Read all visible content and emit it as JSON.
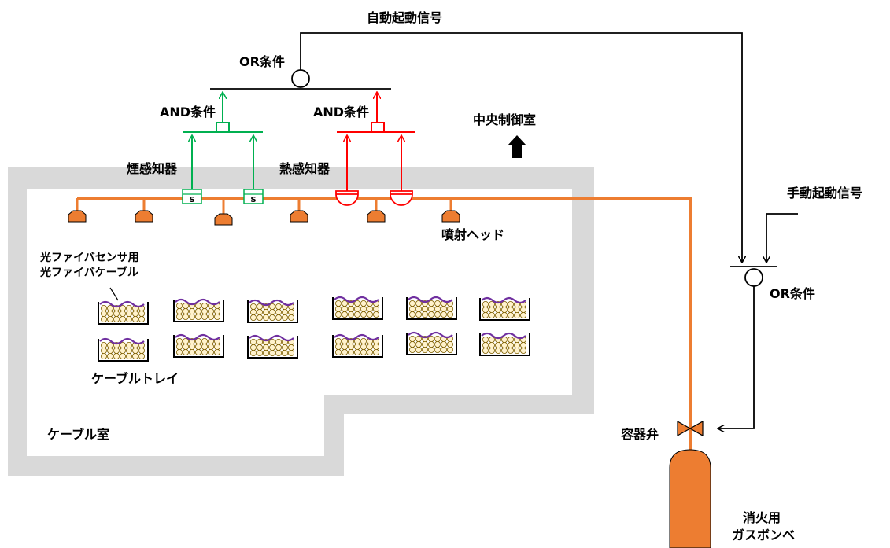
{
  "labels": {
    "auto_signal": "自動起動信号",
    "manual_signal": "手動起動信号",
    "or_condition_top": "OR条件",
    "or_condition_right": "OR条件",
    "and_condition_smoke": "AND条件",
    "and_condition_heat": "AND条件",
    "central_control_room": "中央制御室",
    "smoke_detector": "煙感知器",
    "heat_detector": "熱感知器",
    "spray_head": "噴射ヘッド",
    "fiber_sensor_line1": "光ファイバセンサ用",
    "fiber_sensor_line2": "光ファイバケーブル",
    "cable_tray": "ケーブルトレイ",
    "cable_room": "ケーブル室",
    "valve": "容器弁",
    "gas_cylinder_line1": "消火用",
    "gas_cylinder_line2": "ガスボンベ"
  },
  "detector_symbol": "S",
  "colors": {
    "pipe": "#ed7d31",
    "smoke_line": "#00b050",
    "heat_line": "#ff0000",
    "fiber": "#7030a0",
    "wall": "#d9d9d9",
    "signal": "#000000"
  }
}
